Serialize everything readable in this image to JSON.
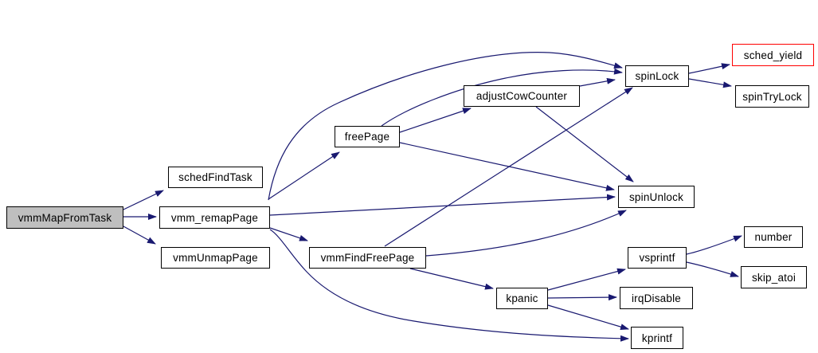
{
  "diagram": {
    "kind": "call-graph",
    "root_function": "vmmMapFromTask",
    "colors": {
      "edge": "#191970",
      "node_border": "#000000",
      "node_fill": "#ffffff",
      "root_node_fill": "#bfbfbf",
      "highlight_border": "#ff0000",
      "text": "#000000",
      "background": "#ffffff"
    },
    "nodes": [
      {
        "id": "vmmMapFromTask",
        "label": "vmmMapFromTask",
        "style": "root"
      },
      {
        "id": "schedFindTask",
        "label": "schedFindTask",
        "style": "normal"
      },
      {
        "id": "vmm_remapPage",
        "label": "vmm_remapPage",
        "style": "normal"
      },
      {
        "id": "vmmUnmapPage",
        "label": "vmmUnmapPage",
        "style": "normal"
      },
      {
        "id": "freePage",
        "label": "freePage",
        "style": "normal"
      },
      {
        "id": "adjustCowCounter",
        "label": "adjustCowCounter",
        "style": "normal"
      },
      {
        "id": "vmmFindFreePage",
        "label": "vmmFindFreePage",
        "style": "normal"
      },
      {
        "id": "spinLock",
        "label": "spinLock",
        "style": "normal"
      },
      {
        "id": "sched_yield",
        "label": "sched_yield",
        "style": "highlight"
      },
      {
        "id": "spinTryLock",
        "label": "spinTryLock",
        "style": "normal"
      },
      {
        "id": "spinUnlock",
        "label": "spinUnlock",
        "style": "normal"
      },
      {
        "id": "vsprintf",
        "label": "vsprintf",
        "style": "normal"
      },
      {
        "id": "number",
        "label": "number",
        "style": "normal"
      },
      {
        "id": "skip_atoi",
        "label": "skip_atoi",
        "style": "normal"
      },
      {
        "id": "irqDisable",
        "label": "irqDisable",
        "style": "normal"
      },
      {
        "id": "kpanic",
        "label": "kpanic",
        "style": "normal"
      },
      {
        "id": "kprintf",
        "label": "kprintf",
        "style": "normal"
      }
    ],
    "edges": [
      {
        "from": "vmmMapFromTask",
        "to": "schedFindTask"
      },
      {
        "from": "vmmMapFromTask",
        "to": "vmm_remapPage"
      },
      {
        "from": "vmmMapFromTask",
        "to": "vmmUnmapPage"
      },
      {
        "from": "vmm_remapPage",
        "to": "freePage"
      },
      {
        "from": "vmm_remapPage",
        "to": "spinLock"
      },
      {
        "from": "vmm_remapPage",
        "to": "spinUnlock"
      },
      {
        "from": "vmm_remapPage",
        "to": "vmmFindFreePage"
      },
      {
        "from": "vmm_remapPage",
        "to": "kprintf"
      },
      {
        "from": "freePage",
        "to": "adjustCowCounter"
      },
      {
        "from": "freePage",
        "to": "spinLock"
      },
      {
        "from": "freePage",
        "to": "spinUnlock"
      },
      {
        "from": "adjustCowCounter",
        "to": "spinLock"
      },
      {
        "from": "adjustCowCounter",
        "to": "spinUnlock"
      },
      {
        "from": "vmmFindFreePage",
        "to": "spinLock"
      },
      {
        "from": "vmmFindFreePage",
        "to": "spinUnlock"
      },
      {
        "from": "vmmFindFreePage",
        "to": "kpanic"
      },
      {
        "from": "spinLock",
        "to": "sched_yield"
      },
      {
        "from": "spinLock",
        "to": "spinTryLock"
      },
      {
        "from": "kpanic",
        "to": "vsprintf"
      },
      {
        "from": "kpanic",
        "to": "irqDisable"
      },
      {
        "from": "kpanic",
        "to": "kprintf"
      },
      {
        "from": "vsprintf",
        "to": "number"
      },
      {
        "from": "vsprintf",
        "to": "skip_atoi"
      }
    ]
  }
}
